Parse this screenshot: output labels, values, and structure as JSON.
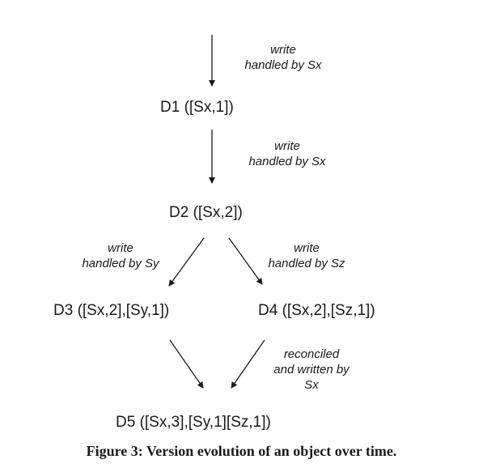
{
  "nodes": {
    "d1": "D1 ([Sx,1])",
    "d2": "D2 ([Sx,2])",
    "d3": "D3 ([Sx,2],[Sy,1])",
    "d4": "D4 ([Sx,2],[Sz,1])",
    "d5": "D5 ([Sx,3],[Sy,1][Sz,1])"
  },
  "edge_labels": {
    "to_d1": [
      "write",
      "handled by Sx"
    ],
    "d1_d2": [
      "write",
      "handled by Sx"
    ],
    "d2_d3": [
      "write",
      "handled by Sy"
    ],
    "d2_d4": [
      "write",
      "handled by Sz"
    ],
    "d4_d5": [
      "reconciled",
      "and written by",
      "Sx"
    ]
  },
  "caption": "Figure 3: Version evolution of an object over time."
}
